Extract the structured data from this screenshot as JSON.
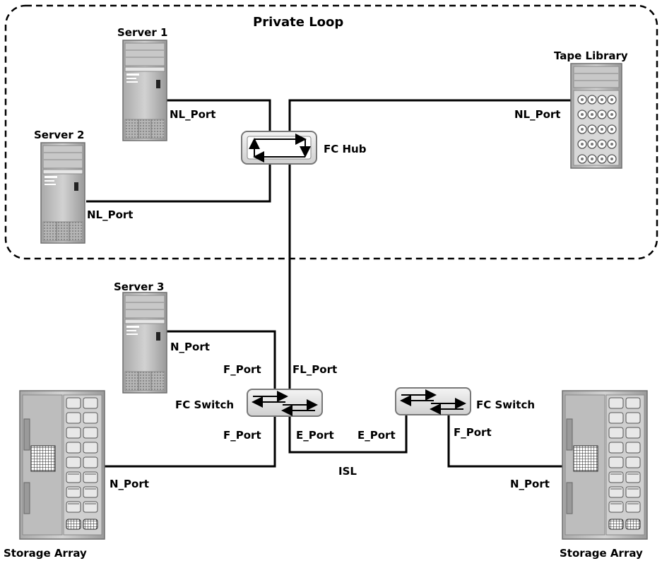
{
  "diagram": {
    "title": "Private Loop",
    "devices": {
      "server1": "Server 1",
      "server2": "Server 2",
      "server3": "Server 3",
      "tape_library": "Tape Library",
      "fc_hub": "FC Hub",
      "fc_switch_left": "FC Switch",
      "fc_switch_right": "FC Switch",
      "storage_left": "Storage Array",
      "storage_right": "Storage Array"
    },
    "ports": {
      "server1_port": "NL_Port",
      "server2_port": "NL_Port",
      "tape_port": "NL_Port",
      "server3_port": "N_Port",
      "switch_left_f_top": "F_Port",
      "switch_left_fl": "FL_Port",
      "switch_left_f_bottom": "F_Port",
      "switch_left_e": "E_Port",
      "switch_right_e": "E_Port",
      "switch_right_f": "F_Port",
      "storage_left_port": "N_Port",
      "storage_right_port": "N_Port"
    },
    "isl": "ISL"
  }
}
